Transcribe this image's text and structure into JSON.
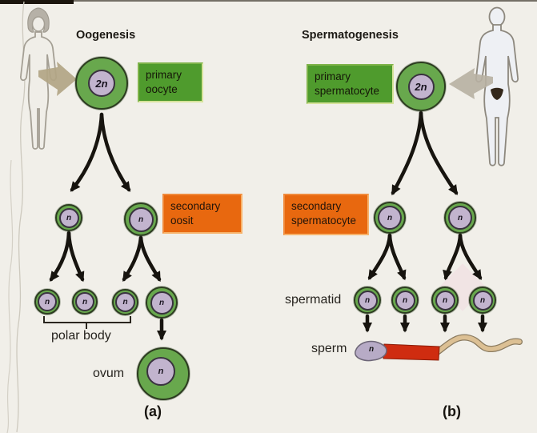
{
  "oogenesis": {
    "title": "Oogenesis",
    "primary_cell_ploidy": "2n",
    "haploid": "n",
    "primary_box_label": "primary oocyte",
    "secondary_box_label": "secondary oosit",
    "polar_body_label": "polar body",
    "ovum_label": "ovum",
    "panel_label": "(a)"
  },
  "spermatogenesis": {
    "title": "Spermatogenesis",
    "primary_cell_ploidy": "2n",
    "haploid": "n",
    "primary_box_label": "primary spermatocyte",
    "secondary_box_label": "secondary spermatocyte",
    "spermatid_label": "spermatid",
    "sperm_label": "sperm",
    "panel_label": "(b)"
  },
  "colors": {
    "background": "#f1efe9",
    "cell_ring_green": "#68a84d",
    "cell_nucleus_lavender": "#c2b4ce",
    "label_box_green": "#4f9b2d",
    "label_box_orange": "#e8680f",
    "arrow_black": "#17140f",
    "transfer_arrow_tan": "#b2a584",
    "sperm_midpiece_red": "#cf2c10",
    "sperm_tail_tan": "#dcc094"
  }
}
